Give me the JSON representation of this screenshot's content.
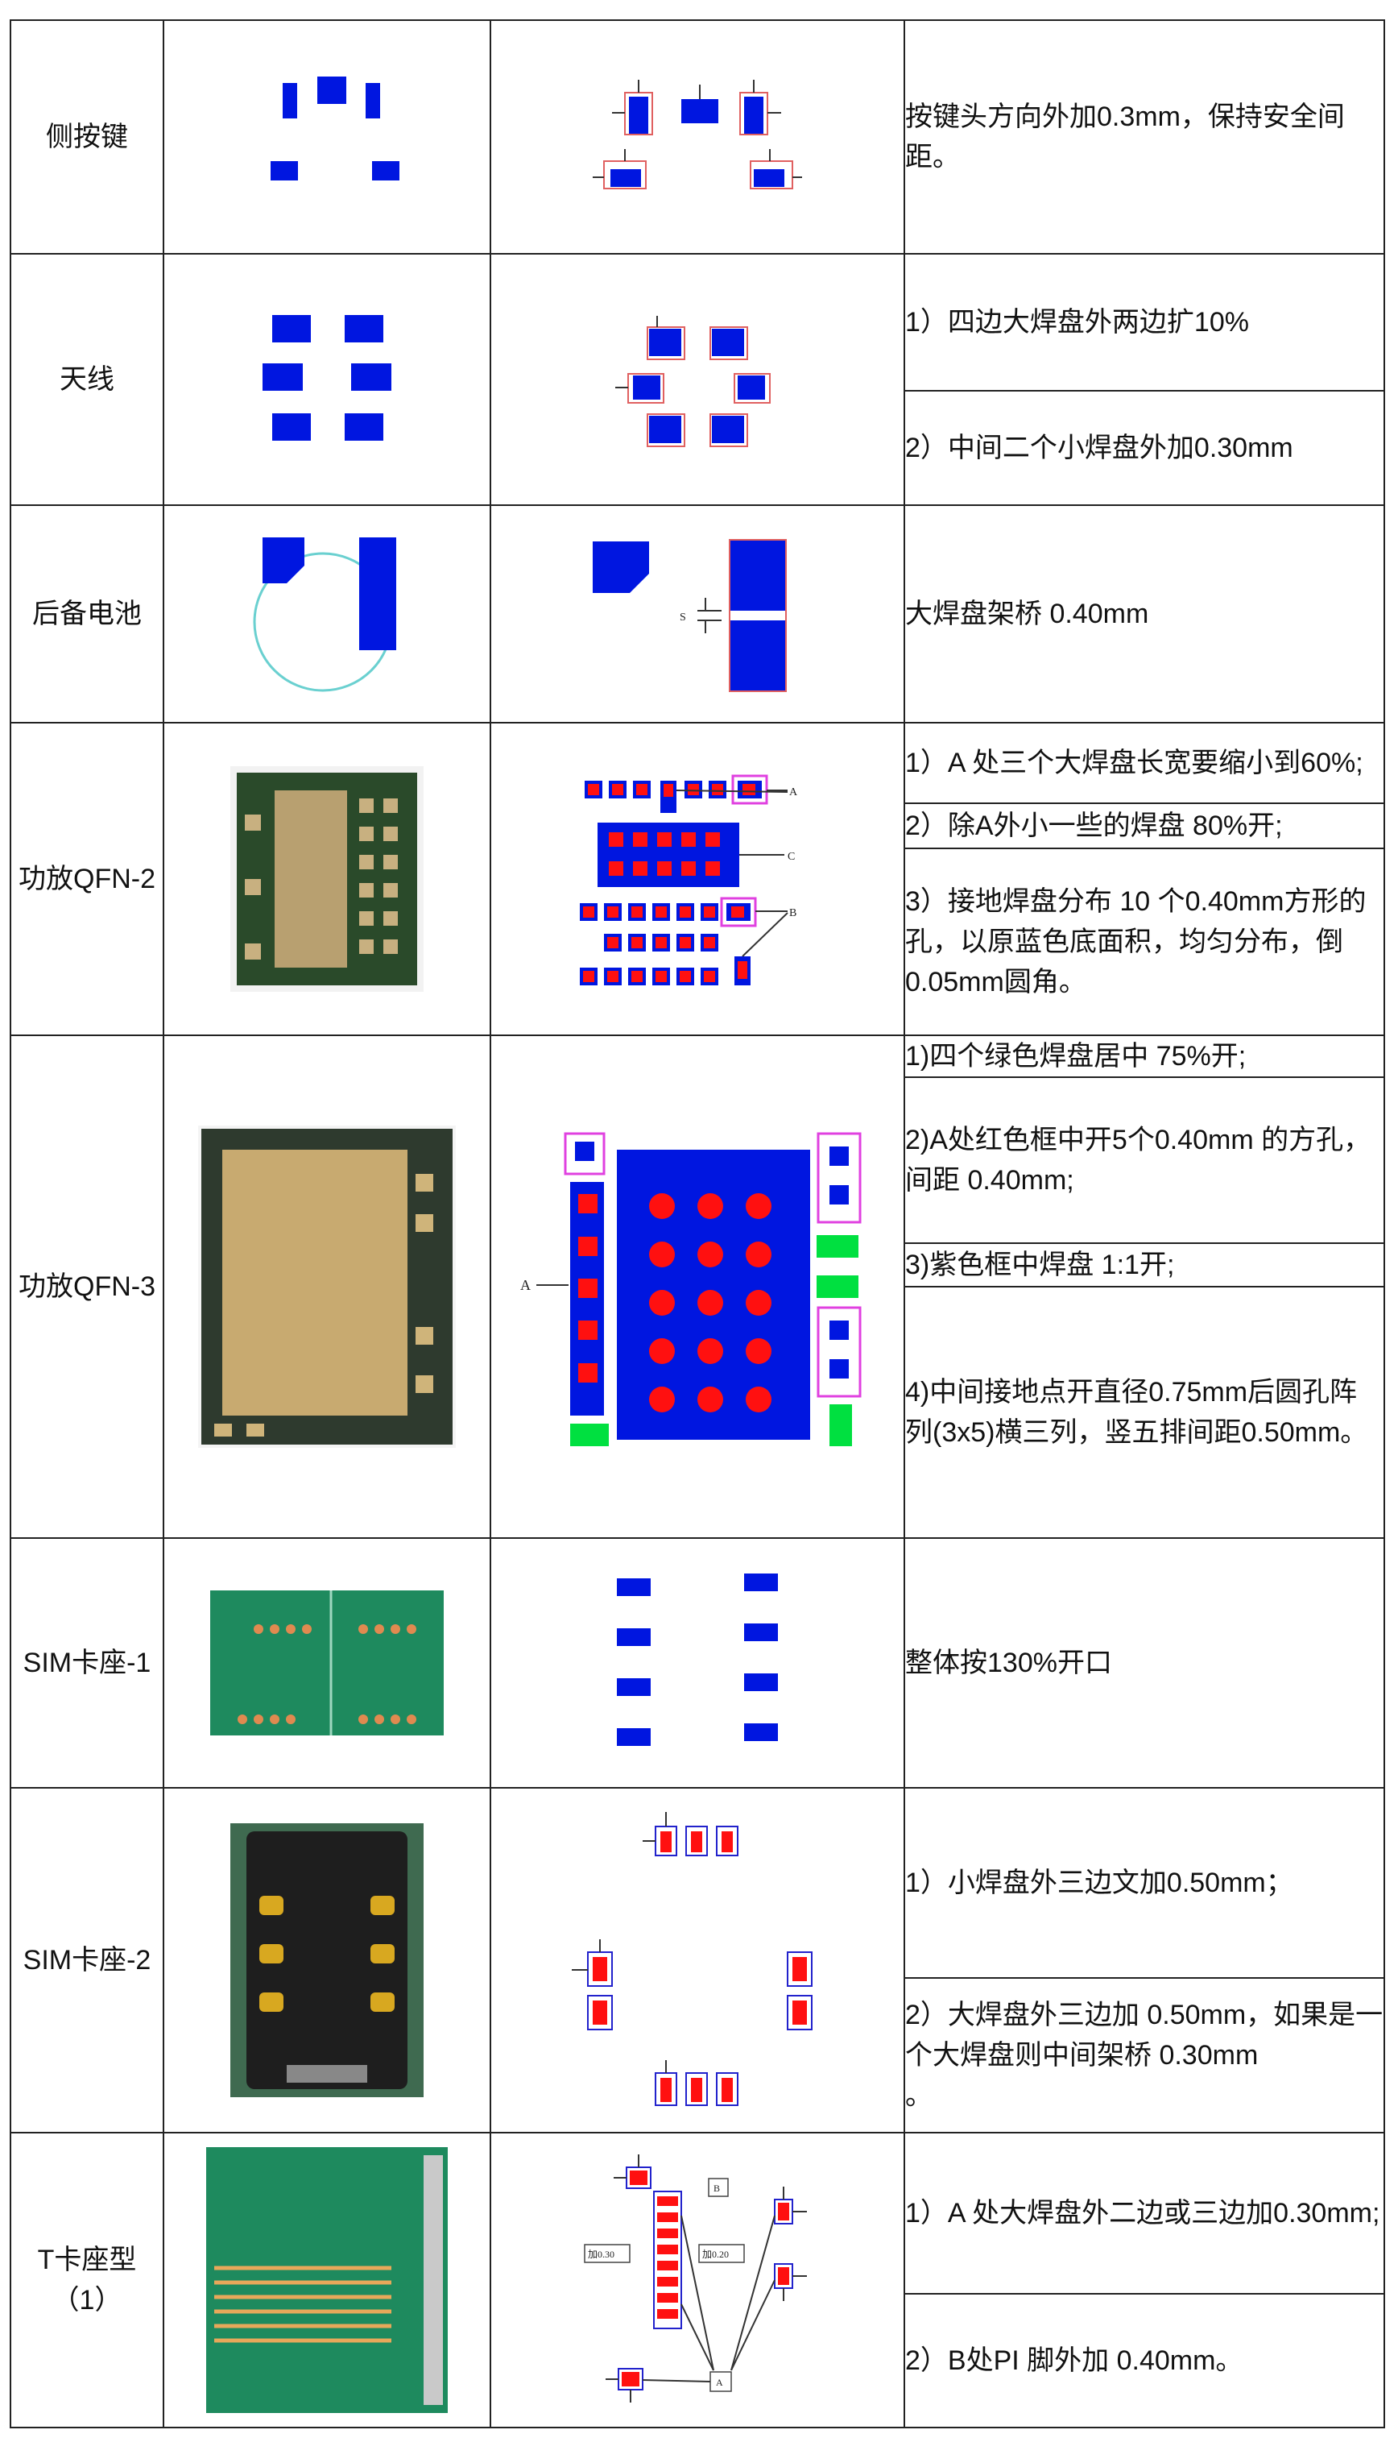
{
  "rows": [
    {
      "name": "侧按键",
      "notes": [
        "按键头方向外加0.3mm，保持安全间距。"
      ]
    },
    {
      "name": "天线",
      "notes": [
        "1）四边大焊盘外两边扩10%",
        "2）中间二个小焊盘外加0.30mm"
      ]
    },
    {
      "name": "后备电池",
      "notes": [
        "大焊盘架桥 0.40mm"
      ],
      "drawing_label": "S"
    },
    {
      "name": "功放QFN-2",
      "notes": [
        "1）A 处三个大焊盘长宽要缩小到60%;",
        "2）除A外小一些的焊盘 80%开;",
        "3）接地焊盘分布 10 个0.40mm方形的孔，以原蓝色底面积，均匀分布，倒 0.05mm圆角。"
      ],
      "drawing_labels": [
        "A",
        "C",
        "B"
      ]
    },
    {
      "name": "功放QFN-3",
      "notes": [
        "1)四个绿色焊盘居中 75%开;",
        "2)A处红色框中开5个0.40mm 的方孔，间距 0.40mm;",
        "3)紫色框中焊盘 1:1开;",
        "4)中间接地点开直径0.75mm后圆孔阵列(3x5)横三列，竖五排间距0.50mm。"
      ],
      "drawing_label": "A"
    },
    {
      "name": "SIM卡座-1",
      "notes": [
        "整体按130%开口"
      ]
    },
    {
      "name": "SIM卡座-2",
      "notes": [
        "1）小焊盘外三边文加0.50mm；",
        "2）大焊盘外三边加 0.50mm，如果是一个大焊盘则中间架桥 0.30mm\n。"
      ]
    },
    {
      "name": "T卡座型（1）",
      "notes": [
        "1）A 处大焊盘外二边或三边加0.30mm;",
        "2）B处PI 脚外加 0.40mm。"
      ],
      "drawing_labels": [
        "B",
        "加0.30",
        "加0.20",
        "A"
      ]
    }
  ],
  "colors": {
    "pad_blue": "#0016e0",
    "pad_red": "#ff1010",
    "pad_green": "#00e040",
    "frame_pink": "#e040e0"
  }
}
